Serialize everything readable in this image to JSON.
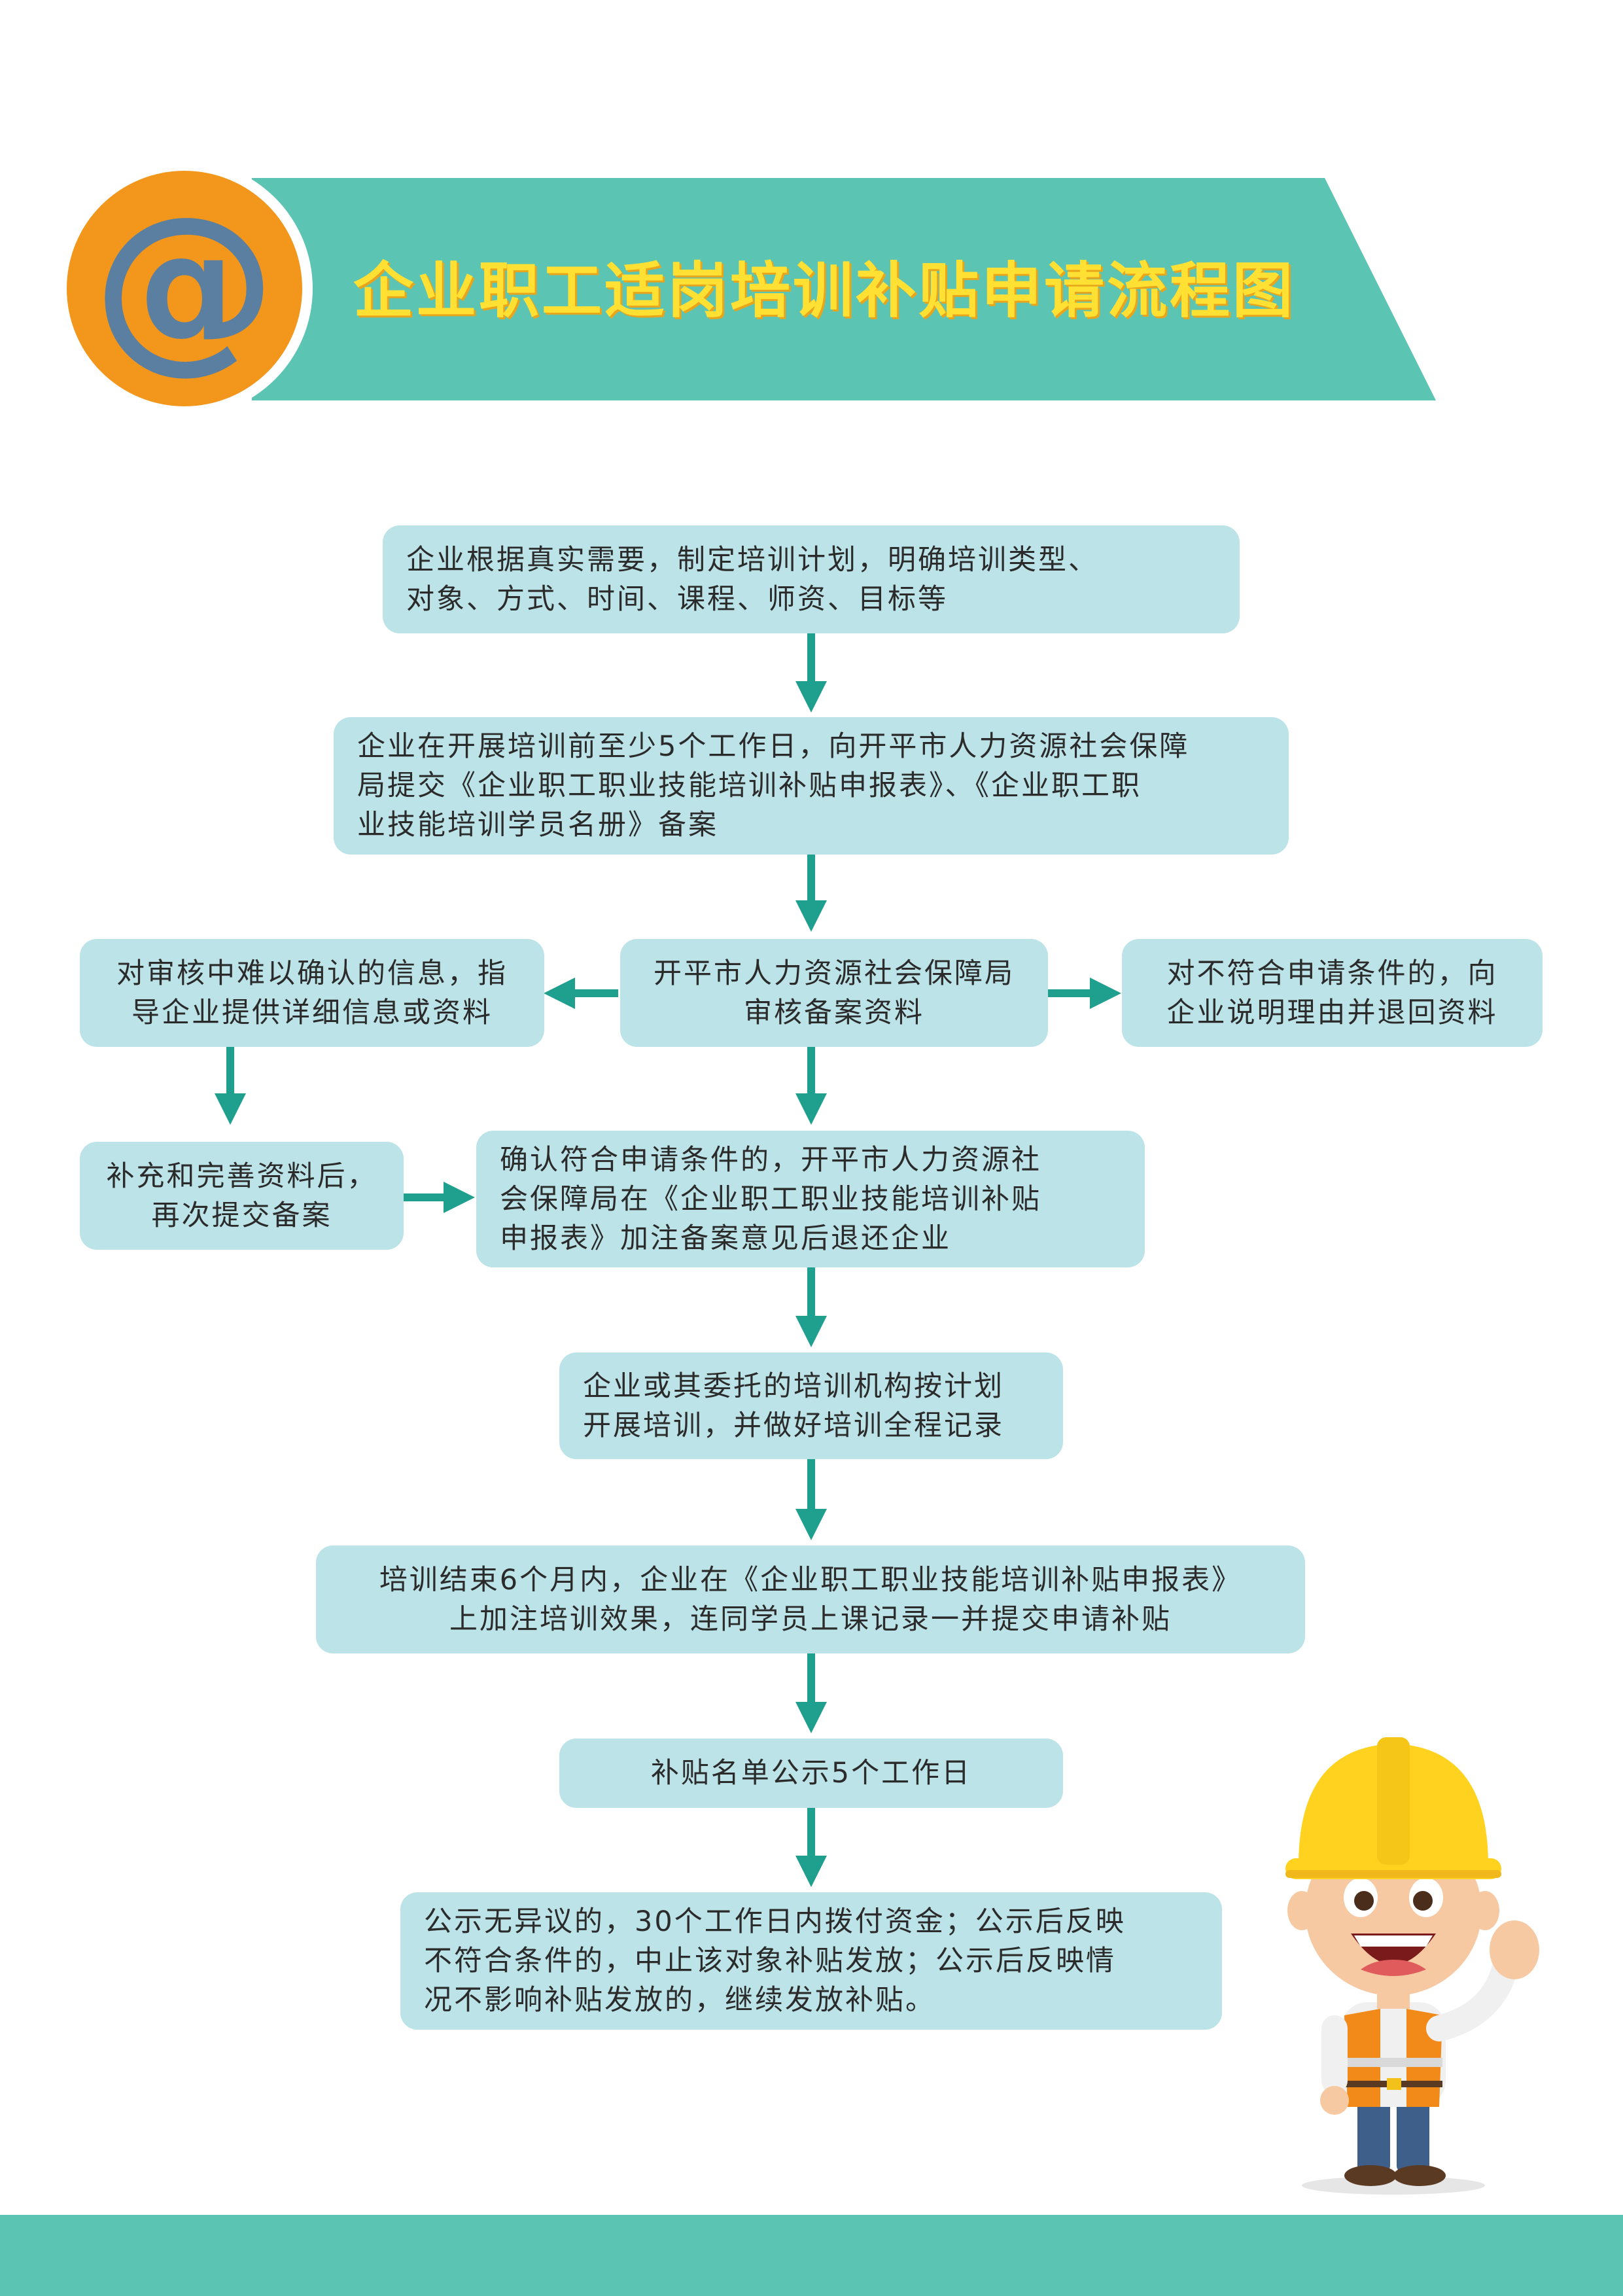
{
  "colors": {
    "teal": "#5cc4b3",
    "box_fill": "#bce3e7",
    "arrow": "#1fa08f",
    "orange": "#f2961c",
    "at_blue": "#5a7fa0",
    "title_yellow": "#ffe033",
    "helmet": "#ffd21f"
  },
  "header": {
    "icon": "at-sign-icon",
    "icon_glyph": "@",
    "title": "企业职工适岗培训补贴申请流程图"
  },
  "flow": {
    "step1": "企业根据真实需要，制定培训计划，明确培训类型、\n对象、方式、时间、课程、师资、目标等",
    "step2": "企业在开展培训前至少5个工作日，向开平市人力资源社会保障\n局提交《企业职工职业技能培训补贴申报表》、《企业职工职\n业技能培训学员名册》备案",
    "step3": "开平市人力资源社会保障局\n审核备案资料",
    "left_branch": "对审核中难以确认的信息，指\n导企业提供详细信息或资料",
    "right_branch": "对不符合申请条件的，向\n企业说明理由并退回资料",
    "resubmit": "补充和完善资料后，\n再次提交备案",
    "step4": "确认符合申请条件的，开平市人力资源社\n会保障局在《企业职工职业技能培训补贴\n申报表》加注备案意见后退还企业",
    "step5": "企业或其委托的培训机构按计划\n开展培训，并做好培训全程记录",
    "step6": "培训结束6个月内，企业在《企业职工职业技能培训补贴申报表》\n上加注培训效果，连同学员上课记录一并提交申请补贴",
    "step7": "补贴名单公示5个工作日",
    "step8": "公示无异议的，30个工作日内拨付资金；公示后反映\n不符合条件的，中止该对象补贴发放；公示后反映情\n况不影响补贴发放的，继续发放补贴。"
  },
  "decor": {
    "mascot": "construction-worker-mascot"
  }
}
